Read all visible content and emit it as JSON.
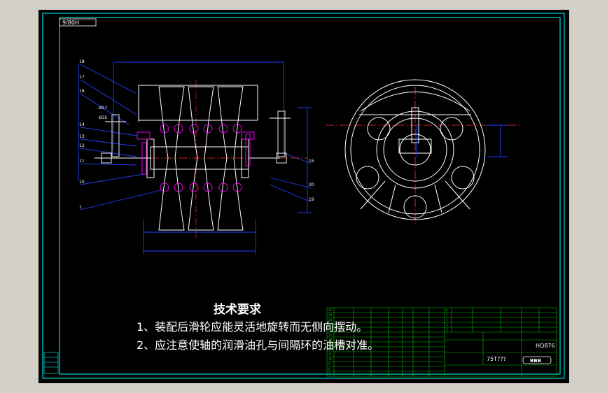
{
  "drawing": {
    "top_left_code": "9/80H",
    "tech_requirements": {
      "title": "技术要求",
      "items": [
        "1、装配后滑轮应能灵活地旋转而无侧向摆动。",
        "2、应注意使轴的润滑油孔与间隔环的油槽对准。"
      ]
    },
    "title_block": {
      "model": "HQ876",
      "part_no": "75T???",
      "logo": "BBB"
    }
  },
  "colors": {
    "background": "#000000",
    "outline": "#ffffff",
    "dimension": "#2040ff",
    "centerline": "#ff3030",
    "frame": "#00ffff",
    "table": "#00c000",
    "highlight": "#ff00ff"
  }
}
